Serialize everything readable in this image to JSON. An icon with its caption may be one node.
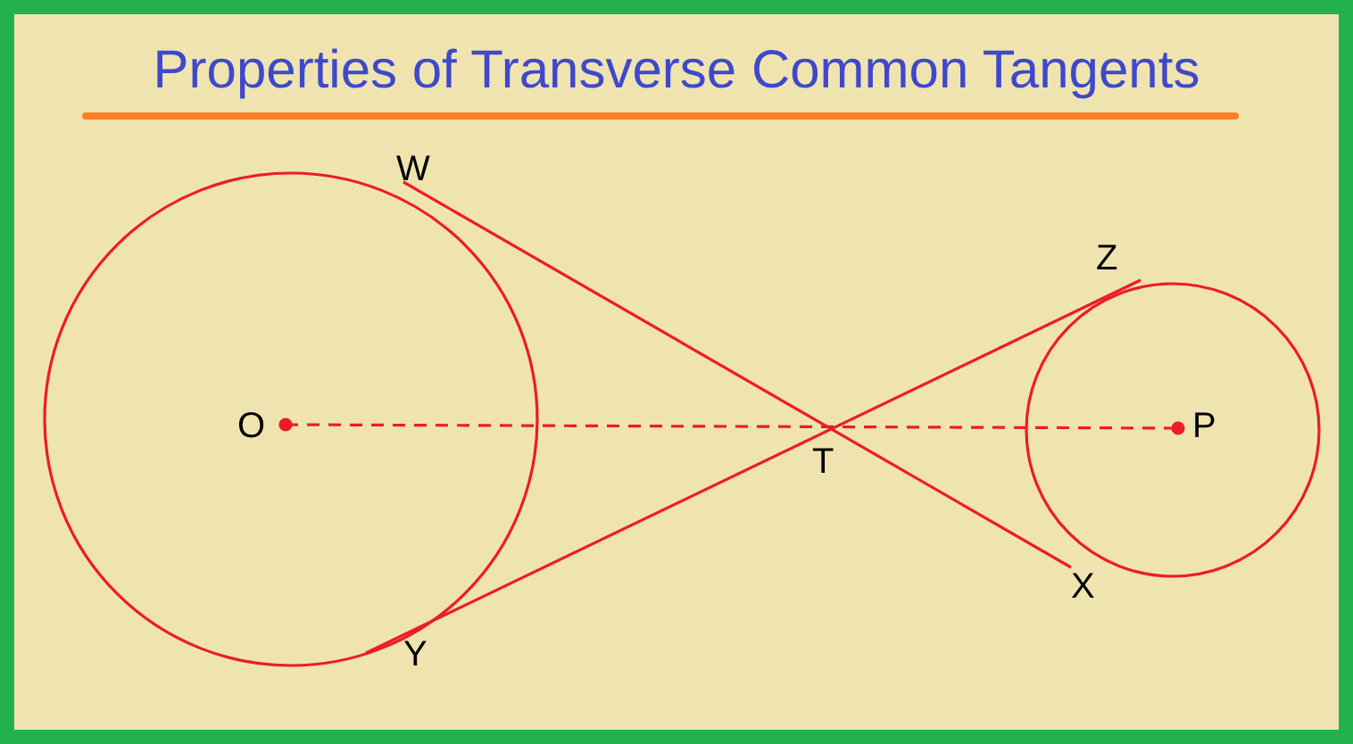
{
  "diagram": {
    "title": "Properties of Transverse Common Tangents",
    "labels": [
      "W",
      "Z",
      "O",
      "T",
      "P",
      "X",
      "Y"
    ]
  }
}
